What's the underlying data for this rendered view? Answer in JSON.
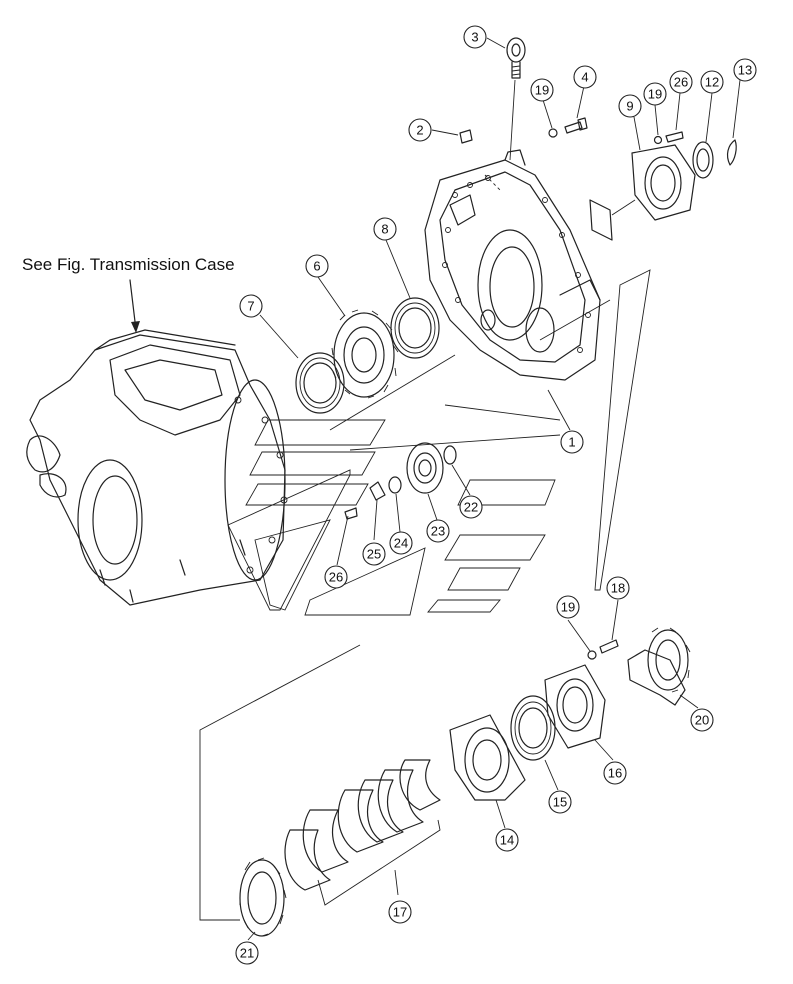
{
  "note": {
    "text": "See Fig. Transmission Case"
  },
  "callouts": [
    {
      "id": "c1",
      "label": "1"
    },
    {
      "id": "c2",
      "label": "2"
    },
    {
      "id": "c3",
      "label": "3"
    },
    {
      "id": "c4",
      "label": "4"
    },
    {
      "id": "c6",
      "label": "6"
    },
    {
      "id": "c7",
      "label": "7"
    },
    {
      "id": "c8",
      "label": "8"
    },
    {
      "id": "c9",
      "label": "9"
    },
    {
      "id": "c12",
      "label": "12"
    },
    {
      "id": "c13",
      "label": "13"
    },
    {
      "id": "c14",
      "label": "14"
    },
    {
      "id": "c15",
      "label": "15"
    },
    {
      "id": "c16",
      "label": "16"
    },
    {
      "id": "c17",
      "label": "17"
    },
    {
      "id": "c18",
      "label": "18"
    },
    {
      "id": "c19a",
      "label": "19"
    },
    {
      "id": "c19b",
      "label": "19"
    },
    {
      "id": "c19c",
      "label": "19"
    },
    {
      "id": "c20",
      "label": "20"
    },
    {
      "id": "c21",
      "label": "21"
    },
    {
      "id": "c22",
      "label": "22"
    },
    {
      "id": "c23",
      "label": "23"
    },
    {
      "id": "c24",
      "label": "24"
    },
    {
      "id": "c25",
      "label": "25"
    },
    {
      "id": "c26a",
      "label": "26"
    },
    {
      "id": "c26b",
      "label": "26"
    }
  ]
}
